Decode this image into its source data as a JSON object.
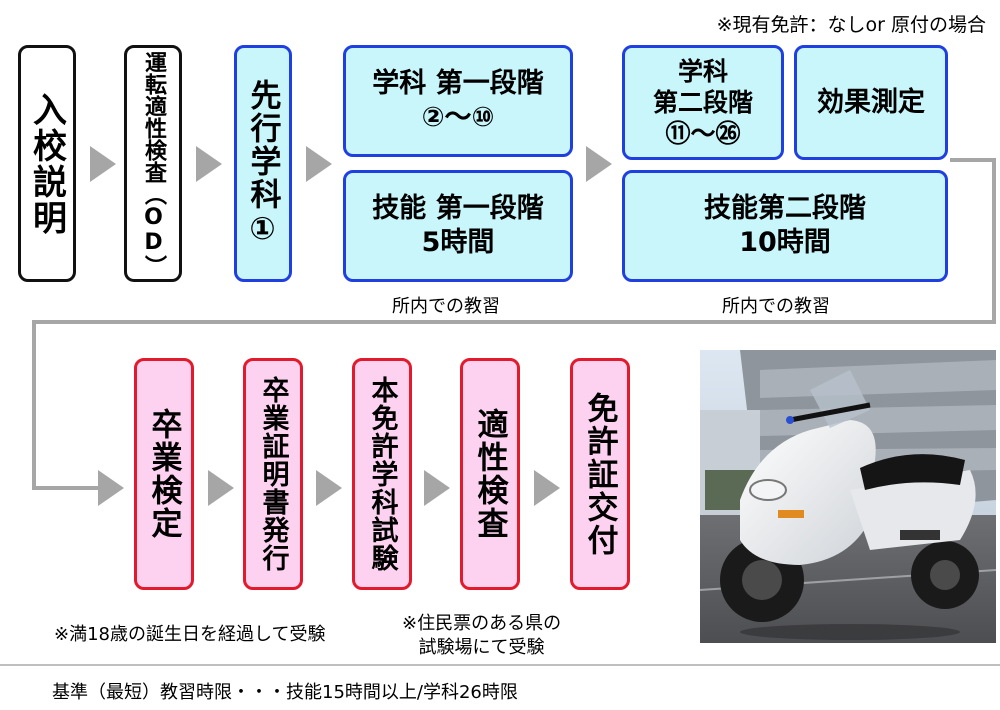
{
  "notes": {
    "top_right": "※現有免許：なしor 原付の場合",
    "internal_1": "所内での教習",
    "internal_2": "所内での教習",
    "age": "※満18歳の誕生日を経過して受験",
    "exam_place": "※住民票のある県の\n試験場にて受験",
    "footer": "基準（最短）教習時限・・・技能15時間以上/学科26時限"
  },
  "row1": {
    "orientation": "入校説明",
    "aptitude_od": "運転適性検査（OD）",
    "pre_lecture": "先行学科①",
    "lecture_stage1": "学科 第一段階\n②～⑩",
    "skill_stage1": "技能 第一段階\n5時間",
    "lecture_stage2": "学科\n第二段階\n⑪～㉖",
    "effect_test": "効果測定",
    "skill_stage2": "技能第二段階\n10時間"
  },
  "row2": {
    "graduation_test": "卒業検定",
    "certificate": "卒業証明書発行",
    "written_exam": "本免許学科試験",
    "aptitude_test": "適性検査",
    "license_issue": "免許証交付"
  },
  "colors": {
    "black_border": "#111111",
    "blue_border": "#1f3fe0",
    "blue_fill": "#c8f6fb",
    "pink_border": "#e21a2c",
    "pink_fill": "#fcd2f0",
    "arrow": "#a6a6a6"
  },
  "photo": {
    "subject": "scooter-photo"
  }
}
